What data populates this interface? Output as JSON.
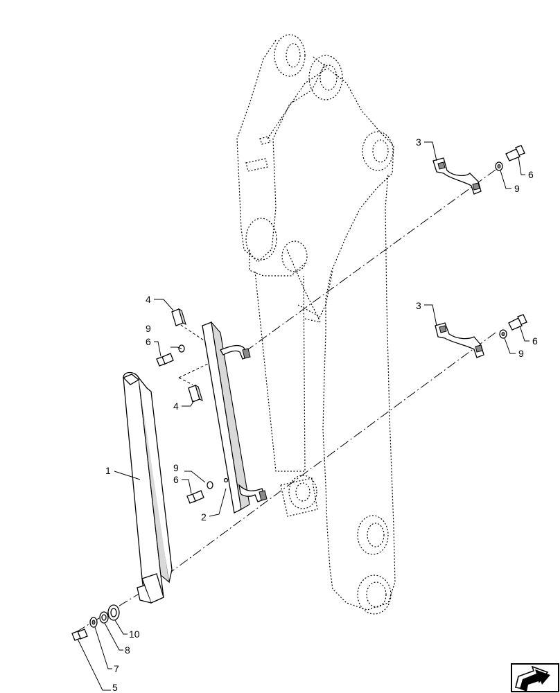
{
  "diagram": {
    "callouts": [
      {
        "id": "c1",
        "text": "1"
      },
      {
        "id": "c2",
        "text": "2"
      },
      {
        "id": "c3a",
        "text": "3"
      },
      {
        "id": "c3b",
        "text": "3"
      },
      {
        "id": "c4a",
        "text": "4"
      },
      {
        "id": "c4b",
        "text": "4"
      },
      {
        "id": "c5",
        "text": "5"
      },
      {
        "id": "c6a",
        "text": "6"
      },
      {
        "id": "c6b",
        "text": "6"
      },
      {
        "id": "c6c",
        "text": "6"
      },
      {
        "id": "c6d",
        "text": "6"
      },
      {
        "id": "c7",
        "text": "7"
      },
      {
        "id": "c8",
        "text": "8"
      },
      {
        "id": "c9a",
        "text": "9"
      },
      {
        "id": "c9b",
        "text": "9"
      },
      {
        "id": "c9c",
        "text": "9"
      },
      {
        "id": "c9d",
        "text": "9"
      },
      {
        "id": "c10",
        "text": "10"
      }
    ]
  },
  "nav": {
    "icon": "forward-arrow-icon"
  }
}
